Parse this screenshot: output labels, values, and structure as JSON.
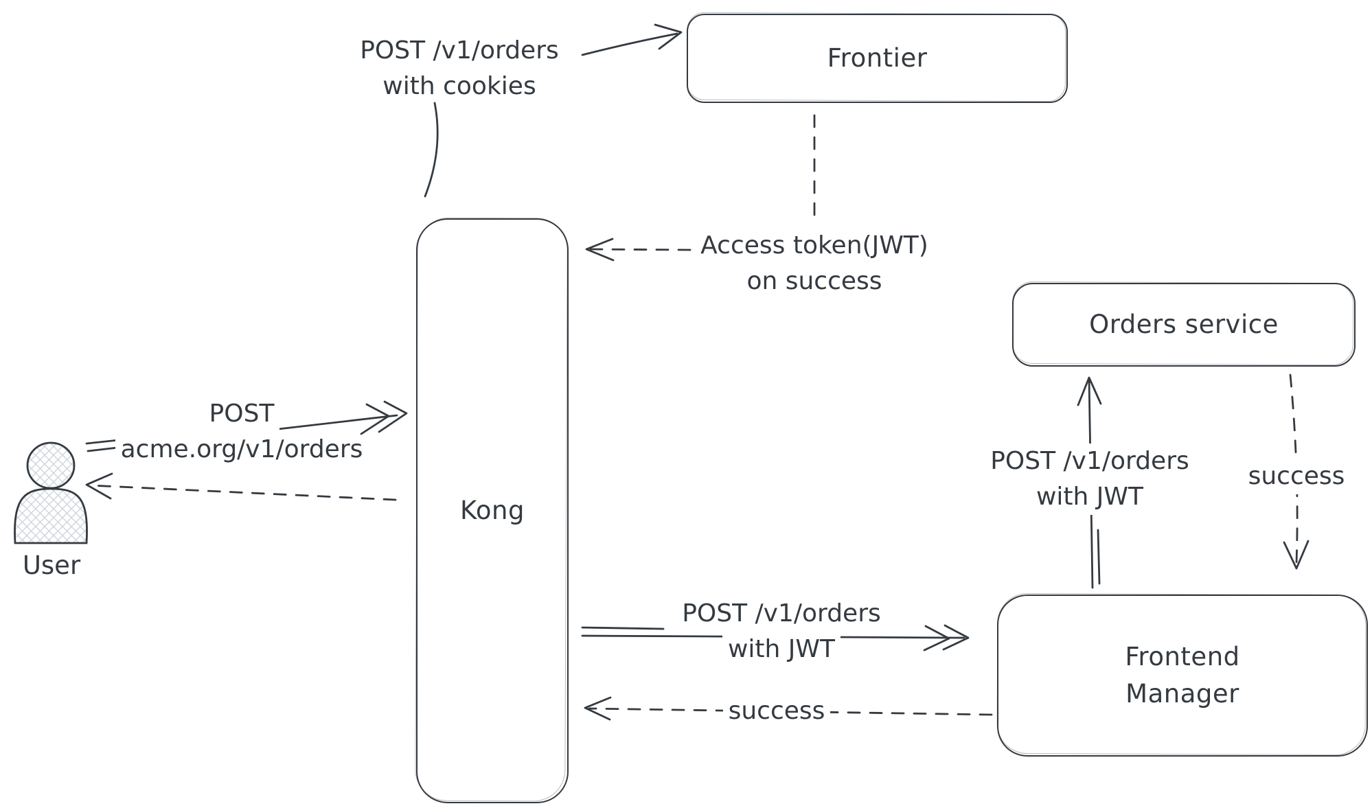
{
  "diagram": {
    "colors": {
      "ink": "#343a40",
      "background": "#ffffff",
      "hatch": "#cfd4db"
    },
    "nodes": {
      "frontier": {
        "label": "Frontier"
      },
      "kong": {
        "label": "Kong"
      },
      "orders_service": {
        "label": "Orders service"
      },
      "frontend_manager": {
        "line1": "Frontend",
        "line2": "Manager"
      },
      "user": {
        "label": "User"
      }
    },
    "edges": {
      "kong_to_frontier": {
        "line1": "POST /v1/orders",
        "line2": "with cookies",
        "type": "solid-arrow"
      },
      "frontier_to_kong": {
        "line1": "Access token(JWT)",
        "line2": "on success",
        "type": "dashed-arrow"
      },
      "user_to_kong": {
        "line1": "POST",
        "line2": "acme.org/v1/orders",
        "type": "solid-arrow"
      },
      "kong_to_user": {
        "type": "dashed-arrow"
      },
      "kong_to_frontend_manager": {
        "line1": "POST /v1/orders",
        "line2": "with JWT",
        "type": "solid-arrow"
      },
      "frontend_manager_to_kong": {
        "label": "success",
        "type": "dashed-arrow"
      },
      "frontend_manager_to_orders": {
        "line1": "POST /v1/orders",
        "line2": "with JWT",
        "type": "solid-arrow"
      },
      "orders_to_frontend_manager": {
        "label": "success",
        "type": "dashed-arrow"
      }
    }
  }
}
